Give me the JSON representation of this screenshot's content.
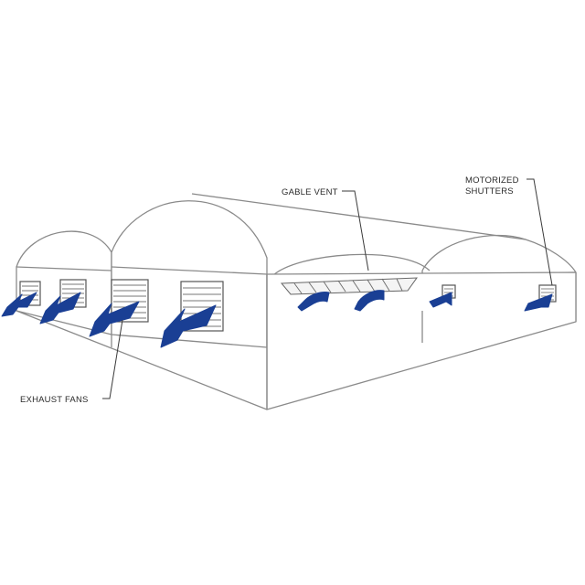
{
  "labels": {
    "gable_vent": "GABLE VENT",
    "motorized_shutters_line1": "MOTORIZED",
    "motorized_shutters_line2": "SHUTTERS",
    "exhaust_fans": "EXHAUST FANS"
  },
  "colors": {
    "airflow_arrow": "#1a3f94",
    "outline": "#8a8a8a",
    "label_text": "#2a2a2a",
    "background": "#ffffff"
  },
  "icons": [
    "airflow-arrow",
    "exhaust-fan",
    "gable-vent",
    "motorized-shutter"
  ]
}
